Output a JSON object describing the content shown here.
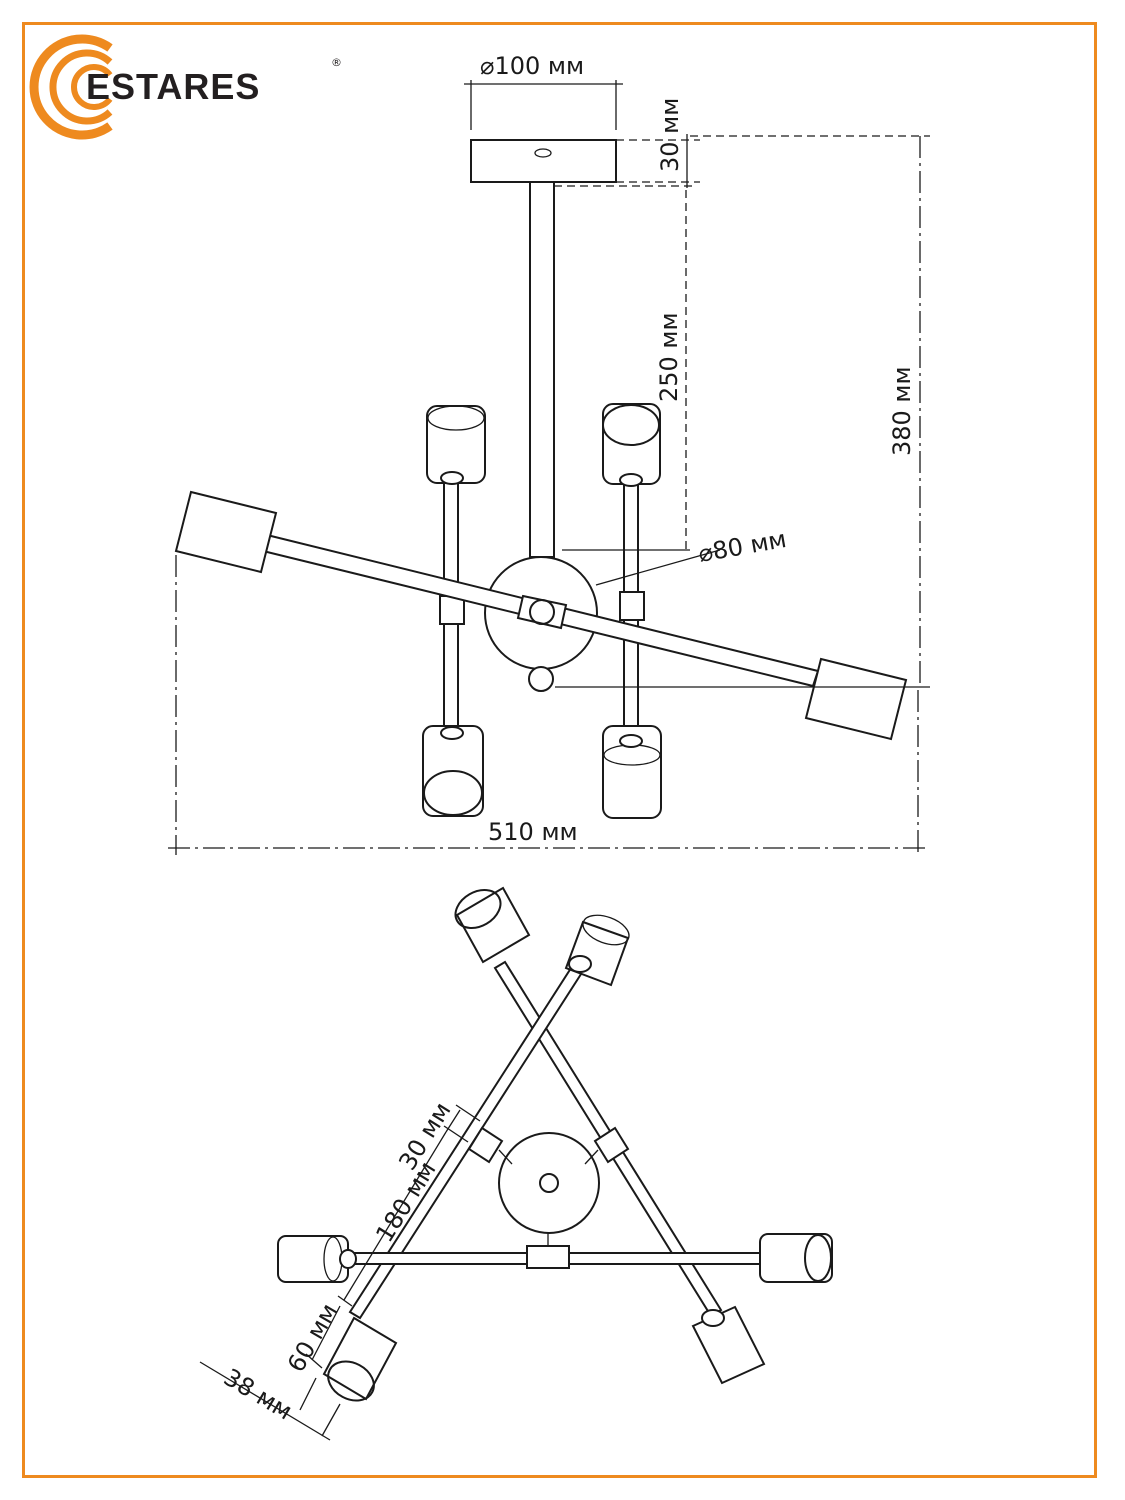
{
  "brand": {
    "name": "ESTARES",
    "registered": "®",
    "colors": {
      "accent": "#ee8a1f",
      "ink": "#231f20"
    }
  },
  "side_view": {
    "canopy_diameter": "⌀100 мм",
    "canopy_height": "30 мм",
    "rod_length": "250 мм",
    "total_height": "380 мм",
    "hub_diameter": "⌀80 мм",
    "total_width": "510 мм"
  },
  "top_view": {
    "holder_offset": "30 мм",
    "arm_length": "180 мм",
    "shade_length": "60 мм",
    "shade_diameter": "38 мм"
  }
}
